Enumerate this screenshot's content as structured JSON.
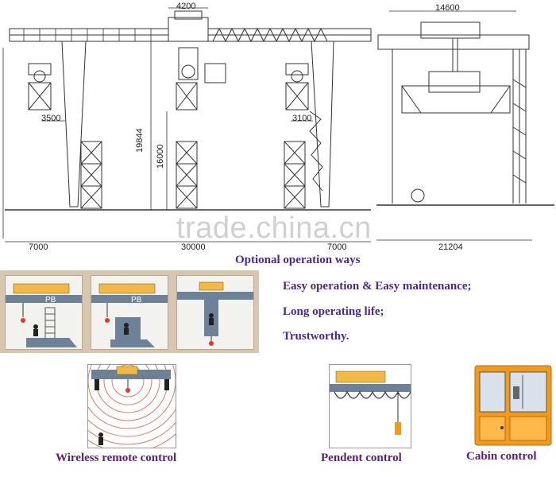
{
  "drawing": {
    "dims": {
      "top_span": "4200",
      "side_width": "14600",
      "leg_left": "3500",
      "leg_right": "3100",
      "total_height": "19844",
      "lift_height": "16000",
      "bottom_left": "7000",
      "bottom_mid": "30000",
      "bottom_right": "7000",
      "side_bottom": "21204"
    }
  },
  "watermark": "trade.china.cn",
  "operation": {
    "title": "Optional operation ways",
    "features": [
      "Easy operation & Easy maintenance;",
      "Long operating life;",
      "Trustworthy."
    ]
  },
  "controls": [
    {
      "label": "Wireless remote control"
    },
    {
      "label": "Pendent control"
    },
    {
      "label": "Cabin control"
    }
  ],
  "colors": {
    "accent_text": "#4a2a8c",
    "crane_yellow": "#f4b942",
    "hook_red": "#e03a2a",
    "cabin_orange": "#f29a1c"
  }
}
